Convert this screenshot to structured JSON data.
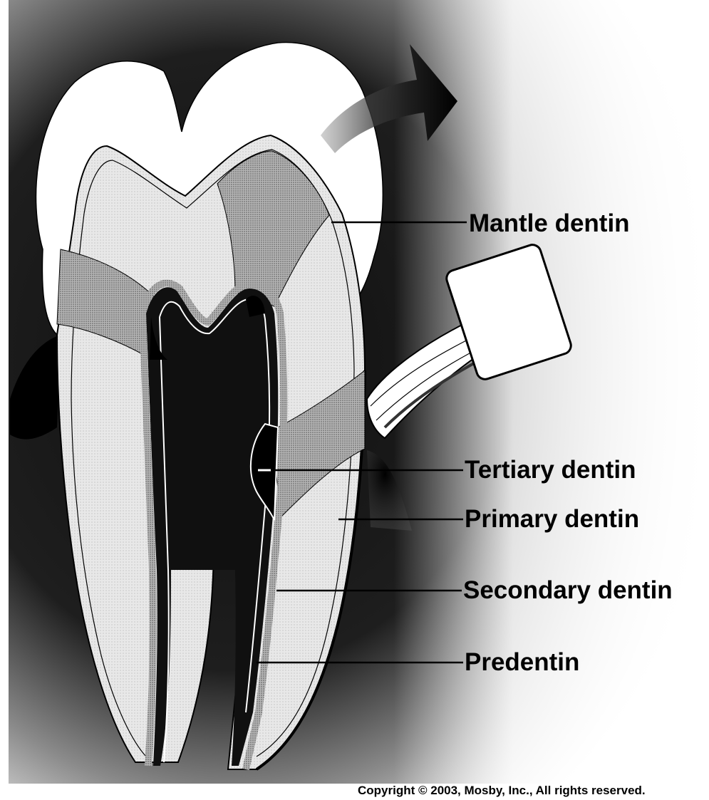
{
  "labels": {
    "mantle": "Mantle dentin",
    "tertiary": "Tertiary dentin",
    "primary": "Primary dentin",
    "secondary": "Secondary dentin",
    "predentin": "Predentin"
  },
  "footer": {
    "copyright": "Copyright © 2003, Mosby, Inc., All rights reserved."
  },
  "colors": {
    "background_dark": "#1a1a1a",
    "dentin_fill": "#e6e6e6",
    "stipple_zone": "#a9a9a9",
    "pulp": "#111111",
    "enamel": "#ffffff",
    "line": "#000000"
  }
}
